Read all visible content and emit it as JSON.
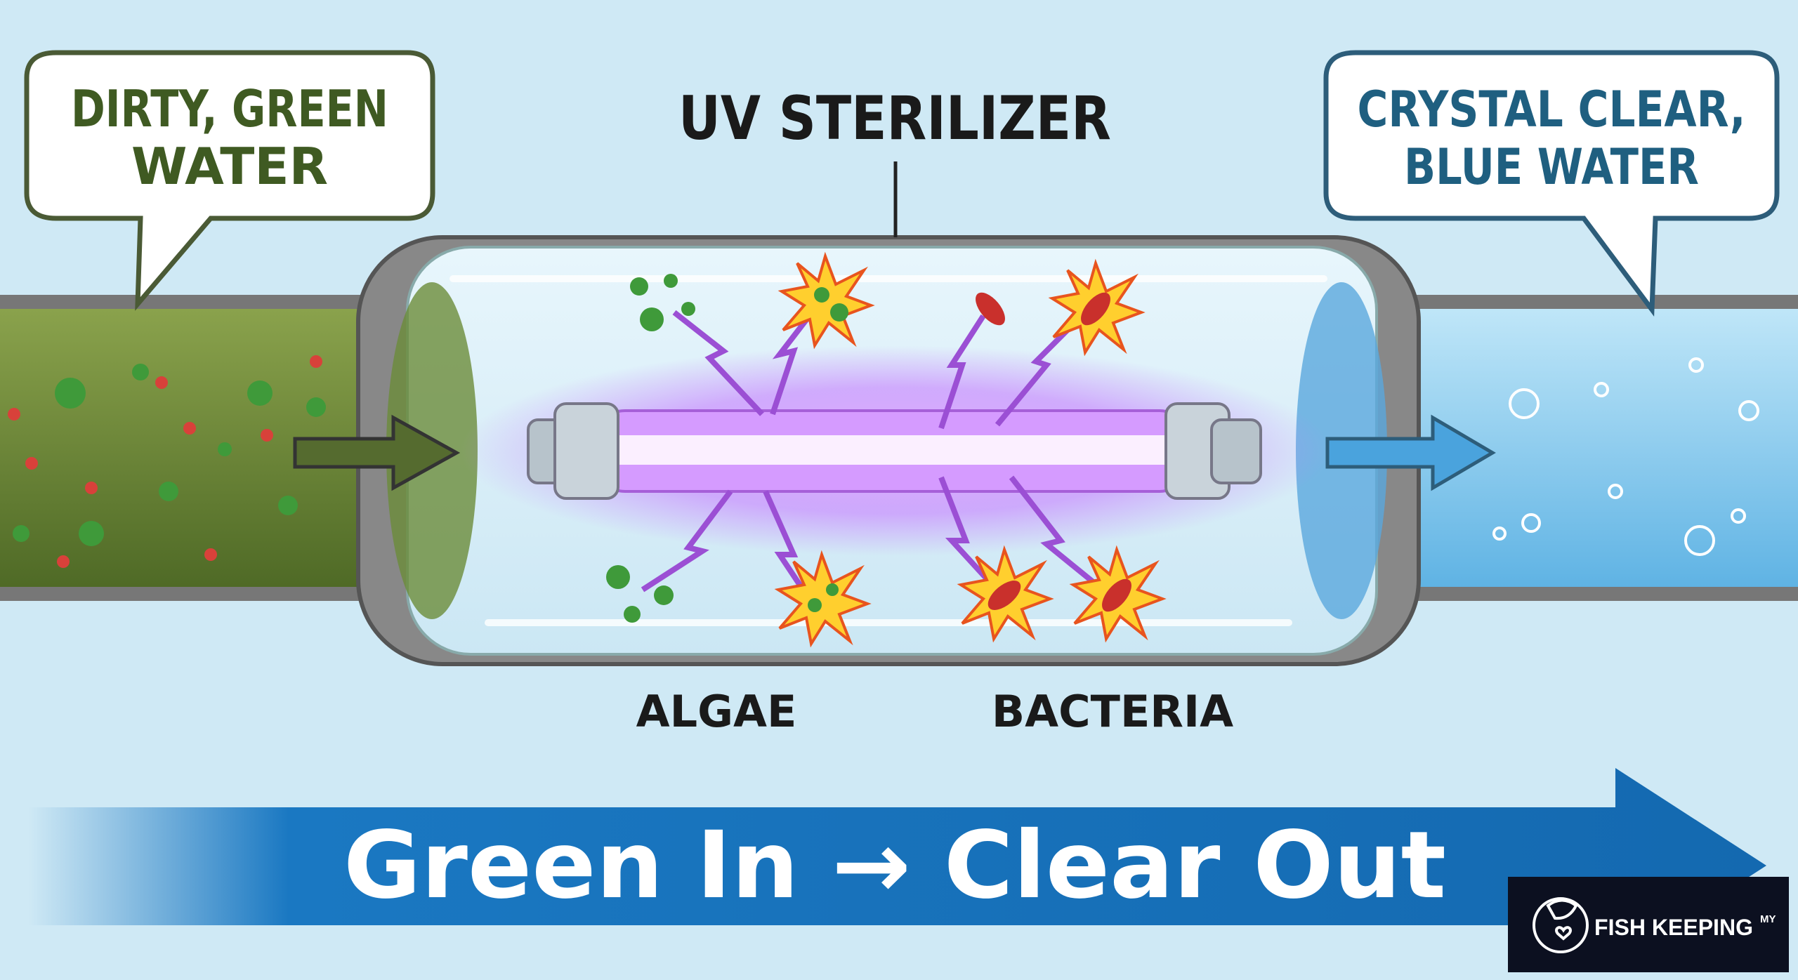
{
  "title": "UV STERILIZER",
  "left_callout": {
    "line1": "DIRTY, GREEN",
    "line2": "WATER"
  },
  "right_callout": {
    "line1": "CRYSTAL CLEAR,",
    "line2": "BLUE WATER"
  },
  "labels": {
    "algae": "ALGAE",
    "bacteria": "BACTERIA"
  },
  "banner": {
    "text": "Green In → Clear Out"
  },
  "logo": {
    "text": "FISH KEEPING",
    "suffix": "MY"
  },
  "colors": {
    "background": "#cfe9f5",
    "dirty_water": "#5d7a2e",
    "clear_water": "#8fcdee",
    "uv_glow": "#c77dff",
    "banner": "#1a78c2",
    "callout_green_text": "#3f5a22",
    "callout_blue_text": "#1f5f80"
  }
}
